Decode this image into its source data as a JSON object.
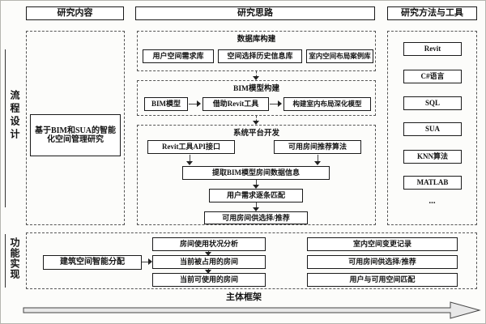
{
  "headers": {
    "content": "研究内容",
    "approach": "研究思路",
    "methods": "研究方法与工具"
  },
  "side_labels": {
    "process_design": "流程设计",
    "function_impl": "功能实现"
  },
  "research_topic": "基于BIM和SUA的智能化空间管理研究",
  "database_group": {
    "title": "数据库构建",
    "items": [
      "用户空间需求库",
      "空间选择历史信息库",
      "室内空间布局案例库"
    ]
  },
  "bim_group": {
    "title": "BIM模型构建",
    "steps": [
      "BIM模型",
      "借助Revit工具",
      "构建室内布局深化模型"
    ]
  },
  "platform_group": {
    "title": "系统平台开发",
    "api": "Revit工具API接口",
    "algorithm": "可用房间推荐算法",
    "steps": [
      "提取BIM模型房间数据信息",
      "用户需求逐条匹配",
      "可用房间供选择/推荐"
    ]
  },
  "tools": [
    "Revit",
    "C#语言",
    "SQL",
    "SUA",
    "KNN算法",
    "MATLAB",
    "..."
  ],
  "function_section": {
    "allocation": "建筑空间智能分配",
    "middle": [
      "房间使用状况分析",
      "当前被占用的房间",
      "当前可使用的房间"
    ],
    "right": [
      "室内空间变更记录",
      "可用房间供选择/推荐",
      "用户与可用空间匹配"
    ]
  },
  "footer": "主体框架",
  "colors": {
    "box_border": "#1a1a1a",
    "dashed_border": "#555555",
    "arrow_fill": "#e8e8e8"
  }
}
